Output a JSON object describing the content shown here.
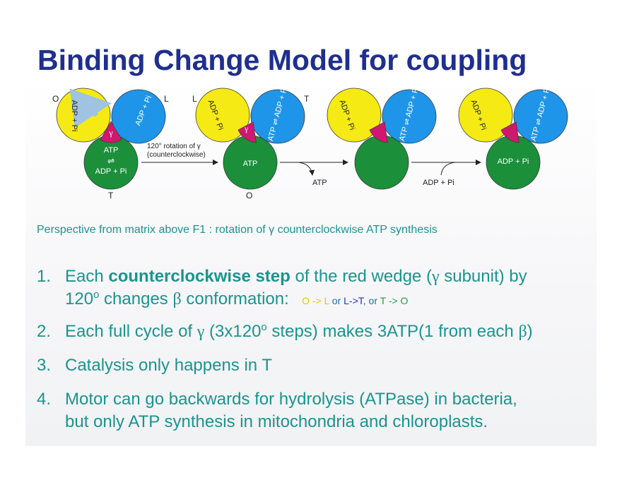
{
  "title": "Binding Change Model for coupling",
  "diagram": {
    "panels": [
      {
        "corner_left": "O",
        "corner_right": "L",
        "corner_bottom": "T",
        "yellow_label": "ADP + Pi",
        "blue_label": "ADP + Pi",
        "green_label_top": "ATP",
        "green_arrows": "⇌",
        "green_label_bottom": "ADP + Pi",
        "gamma": "γ"
      },
      {
        "corner_left": "L",
        "corner_right": "T",
        "corner_bottom": "O",
        "yellow_label": "ADP + Pi",
        "blue_label": "ATP ⇌ ADP + Pi",
        "green_label": "ATP",
        "gamma": "γ"
      },
      {
        "yellow_label": "ADP + Pi",
        "blue_label": "ATP ⇌ ADP + Pi"
      },
      {
        "yellow_label": "ADP + Pi",
        "blue_label": "ATP ⇌ ADP + Pi",
        "green_label": "ADP + Pi"
      }
    ],
    "rotation_label_line1": "120° rotation of γ",
    "rotation_label_line2": "(counterclockwise)",
    "release_label": "ATP",
    "binding_label": "ADP + Pi",
    "colors": {
      "yellow": "#f5ea14",
      "blue": "#1e95e8",
      "green": "#1b8f3a",
      "wedge": "#d0186f",
      "arrow": "#222222"
    }
  },
  "caption": "Perspective from matrix above F1 : rotation of γ counterclockwise ATP synthesis",
  "list": [
    {
      "number": "1.",
      "line1_pre": "Each ",
      "line1_bold": "counterclockwise step",
      "line1_post": " of the red wedge (",
      "line1_greek": "γ",
      "line1_end": " subunit) by",
      "line2_pre": "120",
      "line2_sup": "o",
      "line2_mid": " changes ",
      "line2_greek": "β",
      "line2_end": " conformation:",
      "transitions": {
        "o_to_l": "O -> L",
        "or1": " or ",
        "l_to_t": "L->T",
        "or2": ", or ",
        "t_to_o": "T -> O"
      }
    },
    {
      "number": "2.",
      "pre": "Each full cycle of ",
      "greek1": "γ",
      "mid1": " (3x120",
      "sup": "o",
      "mid2": " steps) makes 3ATP(1 from each ",
      "greek2": "β",
      "end": ")"
    },
    {
      "number": "3.",
      "text": "Catalysis only happens in T"
    },
    {
      "number": "4.",
      "line1": "Motor can go backwards for hydrolysis (ATPase) in bacteria,",
      "line2": "but only ATP synthesis in mitochondria and chloroplasts."
    }
  ]
}
